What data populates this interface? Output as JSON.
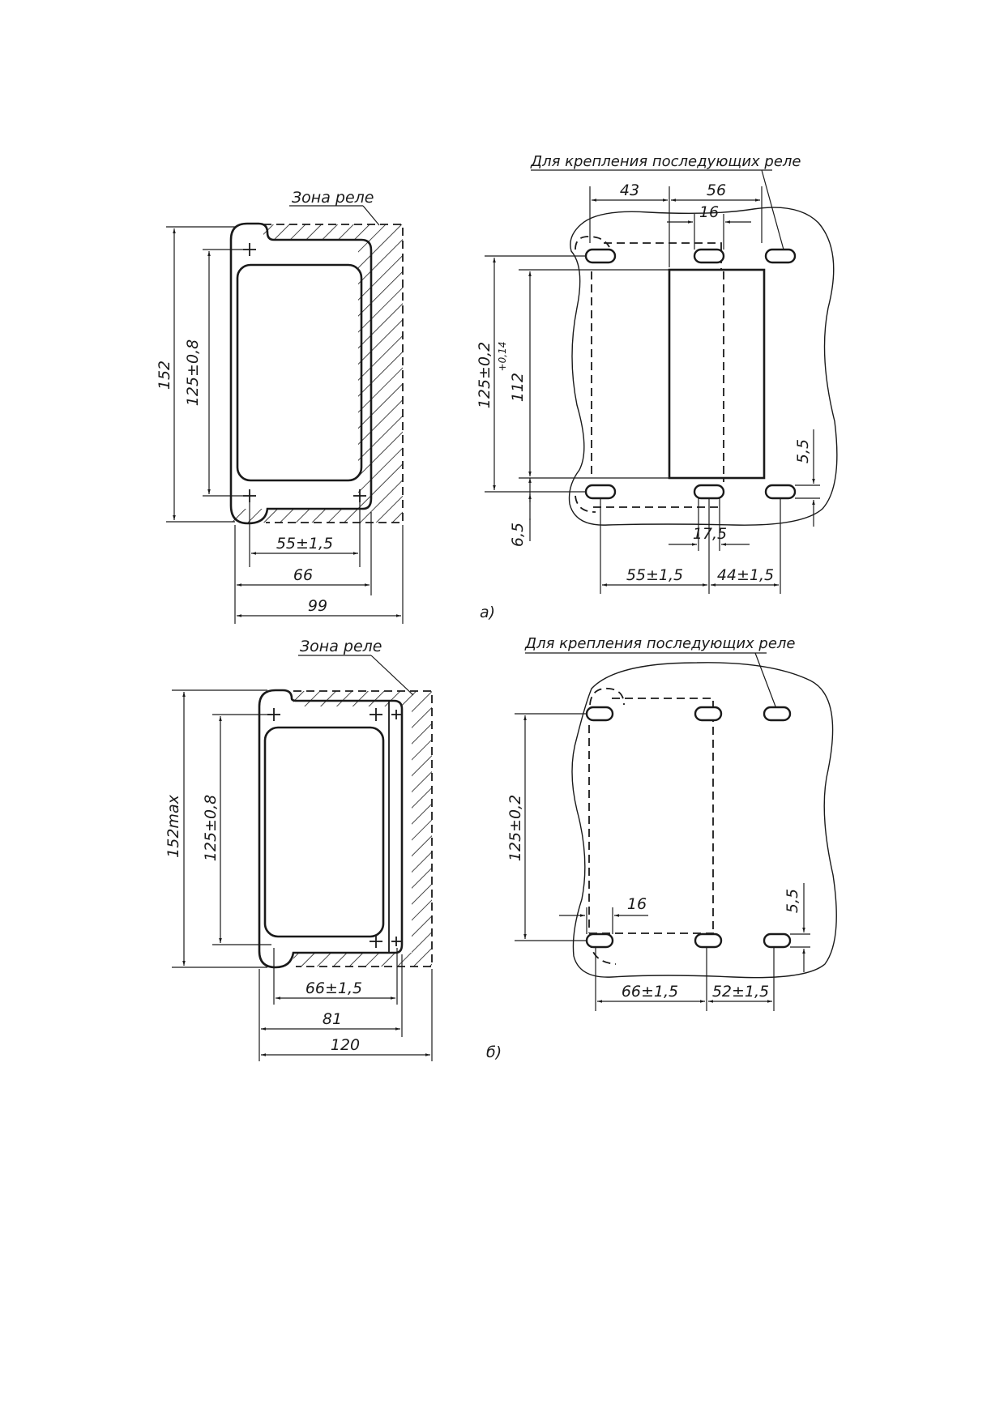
{
  "figure_a": {
    "caption": "а)",
    "left_view": {
      "zone_label": "Зона реле",
      "dim_height_total": "152",
      "dim_mount_vertical": "125±0,8",
      "dim_mount_horizontal": "55±1,5",
      "dim_width_inner": "66",
      "dim_width_total": "99"
    },
    "right_view": {
      "note": "Для крепления последующих реле",
      "dim_top_left": "43",
      "dim_top_right": "56",
      "dim_slot_width": "16",
      "dim_vertical_pitch": "125±0,2",
      "dim_body_height": "112",
      "dim_body_tolerance": "+0,14",
      "dim_slot_height": "5,5",
      "dim_offset": "6,5",
      "dim_center": "17,5",
      "dim_bottom_left": "55±1,5",
      "dim_bottom_right": "44±1,5"
    }
  },
  "figure_b": {
    "caption": "б)",
    "left_view": {
      "zone_label": "Зона реле",
      "dim_height_total": "152max",
      "dim_mount_vertical": "125±0,8",
      "dim_mount_horizontal": "66±1,5",
      "dim_width_inner": "81",
      "dim_width_total": "120"
    },
    "right_view": {
      "note": "Для крепления последующих реле",
      "dim_vertical_pitch": "125±0,2",
      "dim_slot_width": "16",
      "dim_slot_height": "5,5",
      "dim_bottom_left": "66±1,5",
      "dim_bottom_right": "52±1,5"
    }
  }
}
